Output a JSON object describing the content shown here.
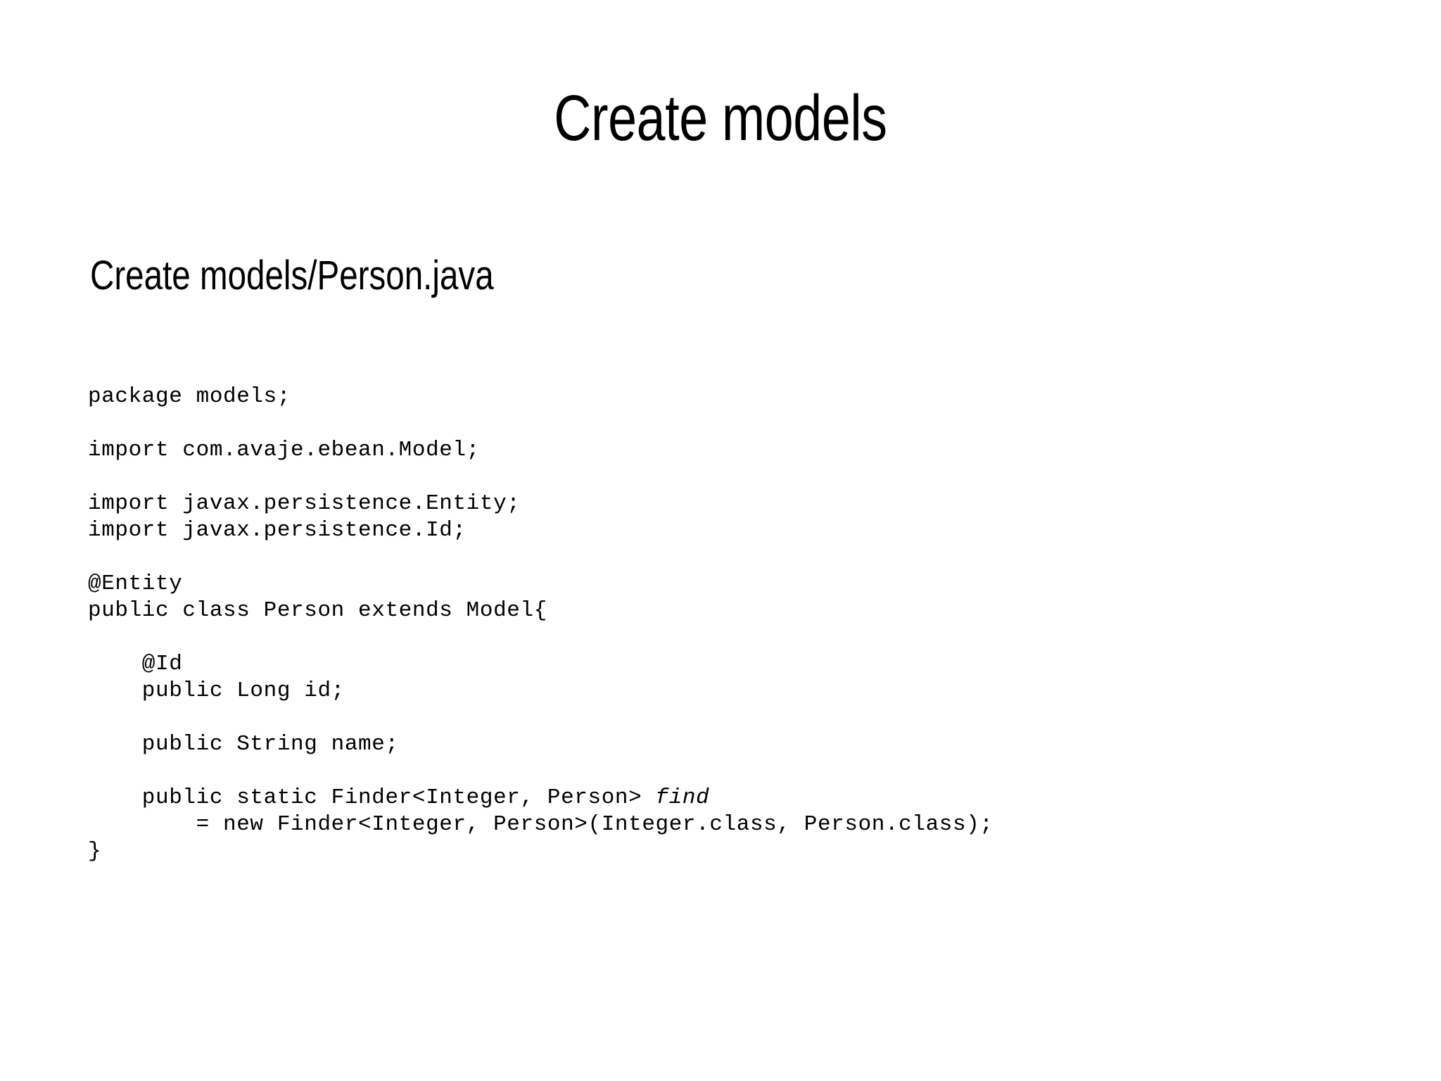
{
  "slide": {
    "title": "Create models",
    "subtitle": "Create models/Person.java",
    "background_color": "#ffffff",
    "text_color": "#000000"
  },
  "code": {
    "language": "java",
    "file_name": "Person.java",
    "lines": [
      {
        "text": "package models;"
      },
      {
        "text": ""
      },
      {
        "text": "import com.avaje.ebean.Model;"
      },
      {
        "text": ""
      },
      {
        "text": "import javax.persistence.Entity;"
      },
      {
        "text": "import javax.persistence.Id;"
      },
      {
        "text": ""
      },
      {
        "text": "@Entity"
      },
      {
        "text": "public class Person extends Model{"
      },
      {
        "text": ""
      },
      {
        "text": "    @Id"
      },
      {
        "text": "    public Long id;"
      },
      {
        "text": ""
      },
      {
        "text": "    public String name;"
      },
      {
        "text": ""
      },
      {
        "text": "    public static Finder<Integer, Person> ",
        "italic": "find"
      },
      {
        "text": "        = new Finder<Integer, Person>(Integer.class, Person.class);"
      },
      {
        "text": "}"
      }
    ]
  }
}
